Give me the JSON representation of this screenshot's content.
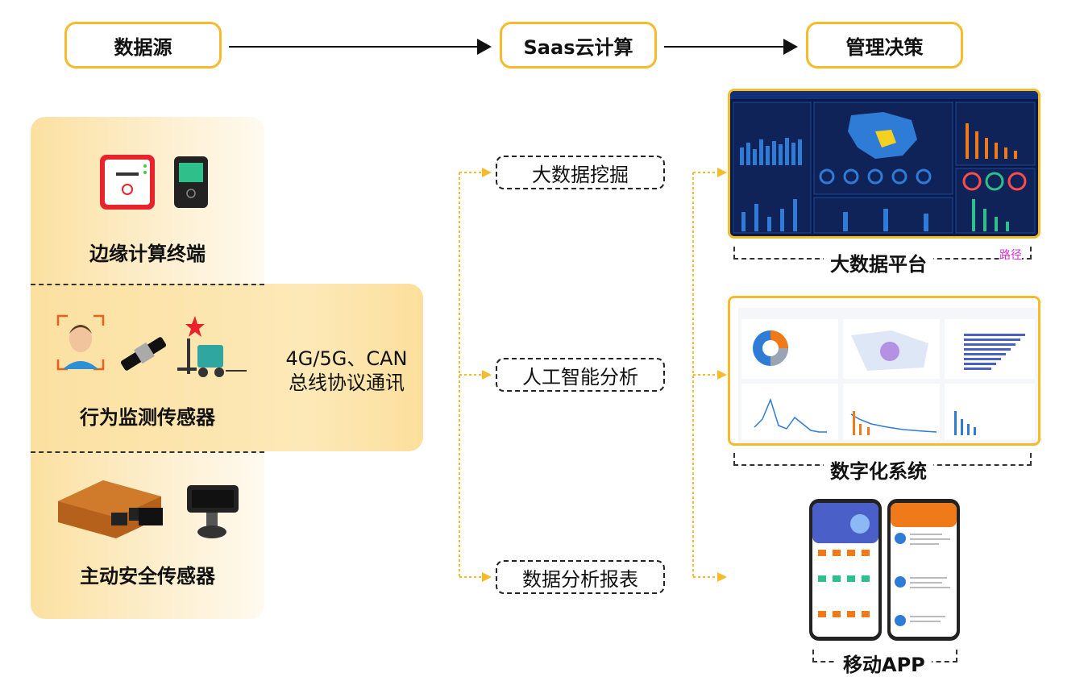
{
  "top_flow": {
    "source": "数据源",
    "cloud": "Saas云计算",
    "decision": "管理决策"
  },
  "left_panels": [
    {
      "label": "边缘计算终端"
    },
    {
      "label": "行为监测传感器"
    },
    {
      "label": "主动安全传感器"
    }
  ],
  "comm": {
    "line1": "4G/5G、CAN",
    "line2": "总线协议通讯"
  },
  "middle": [
    {
      "label": "大数据挖掘"
    },
    {
      "label": "人工智能分析"
    },
    {
      "label": "数据分析报表"
    }
  ],
  "outputs": [
    {
      "caption": "大数据平台",
      "note": "路径"
    },
    {
      "caption": "数字化系统"
    },
    {
      "caption": "移动APP"
    }
  ],
  "colors": {
    "accent": "#f5bb2a",
    "dashboard_bg": "#0a1a46",
    "chart_blue": "#2e7cd6",
    "chart_orange": "#f07a1a",
    "note_magenta": "#d62fd6"
  }
}
